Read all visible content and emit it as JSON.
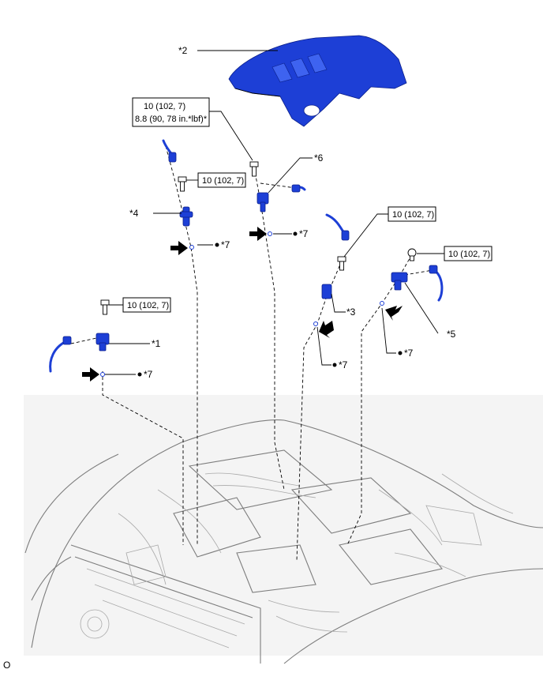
{
  "callouts": {
    "c1": "*1",
    "c2": "*2",
    "c3": "*3",
    "c4": "*4",
    "c5": "*5",
    "c6": "*6",
    "c7": "*7"
  },
  "torque": {
    "top_line1": "10 (102, 7)",
    "top_line2": "8.8 (90, 78 in.*lbf)*",
    "std": "10 (102, 7)"
  },
  "footer_code": "O",
  "colors": {
    "part_blue": "#1d3fd6",
    "line": "#000000",
    "engine_gray": "#7d7d7d"
  },
  "icons": [
    "arrow-icon",
    "bolt-icon",
    "o-ring-dot-icon"
  ]
}
